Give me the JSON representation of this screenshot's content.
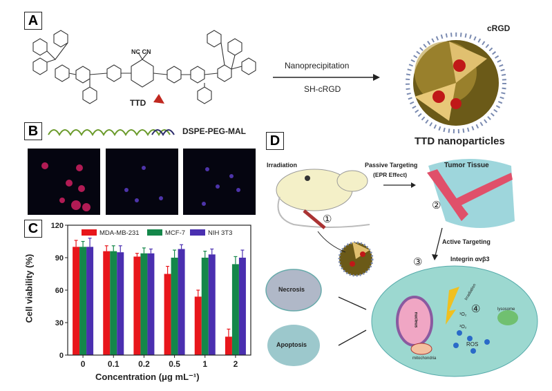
{
  "panels": {
    "a": "A",
    "b": "B",
    "c": "C",
    "d": "D"
  },
  "panel_a": {
    "molecule_label": "TTD",
    "cyano_label": "NC   CN",
    "step1": "Nanoprecipitation",
    "step2": "SH-cRGD",
    "ligand_label": "cRGD",
    "product_label": "TTD nanoparticles"
  },
  "panel_b": {
    "polymer_label": "DSPE-PEG-MAL"
  },
  "panel_d": {
    "irradiation": "Irradiation",
    "passive": "Passive Targeting",
    "epr": "(EPR Effect)",
    "tumor": "Tumor Tissue",
    "active": "Active Targeting",
    "integrin": "Integrin αvβ3",
    "step_1": "①",
    "step_2": "②",
    "step_3": "③",
    "step_4": "④",
    "necrosis": "Necrosis",
    "apoptosis": "Apoptosis",
    "nucleus": "nucleus",
    "mitochondria": "mitochondria",
    "lysosome": "lysosome",
    "ros": "ROS",
    "o2_singlet": "¹O₂",
    "o2_triplet": "³O₂",
    "cell_irradiation": "Irradiation"
  },
  "chart_data": {
    "type": "bar",
    "title": "",
    "xlabel": "Concentration (μg mL⁻¹)",
    "ylabel": "Cell viability (%)",
    "categories": [
      "0",
      "0.1",
      "0.2",
      "0.5",
      "1",
      "2"
    ],
    "ylim": [
      0,
      120
    ],
    "yticks": [
      "0",
      "30",
      "60",
      "90",
      "120"
    ],
    "legend_position": "top",
    "series": [
      {
        "name": "MDA-MB-231",
        "color": "#e8161b",
        "values": [
          100,
          96,
          91,
          75,
          54,
          17
        ],
        "errors": [
          6,
          5,
          3,
          7,
          6,
          7
        ]
      },
      {
        "name": "MCF-7",
        "color": "#14874a",
        "values": [
          100,
          96,
          94,
          90,
          90,
          84
        ],
        "errors": [
          5,
          5,
          5,
          7,
          6,
          7
        ]
      },
      {
        "name": "NIH 3T3",
        "color": "#4a2fb0",
        "values": [
          100,
          95,
          94,
          98,
          93,
          90
        ],
        "errors": [
          8,
          6,
          4,
          4,
          5,
          7
        ]
      }
    ]
  }
}
